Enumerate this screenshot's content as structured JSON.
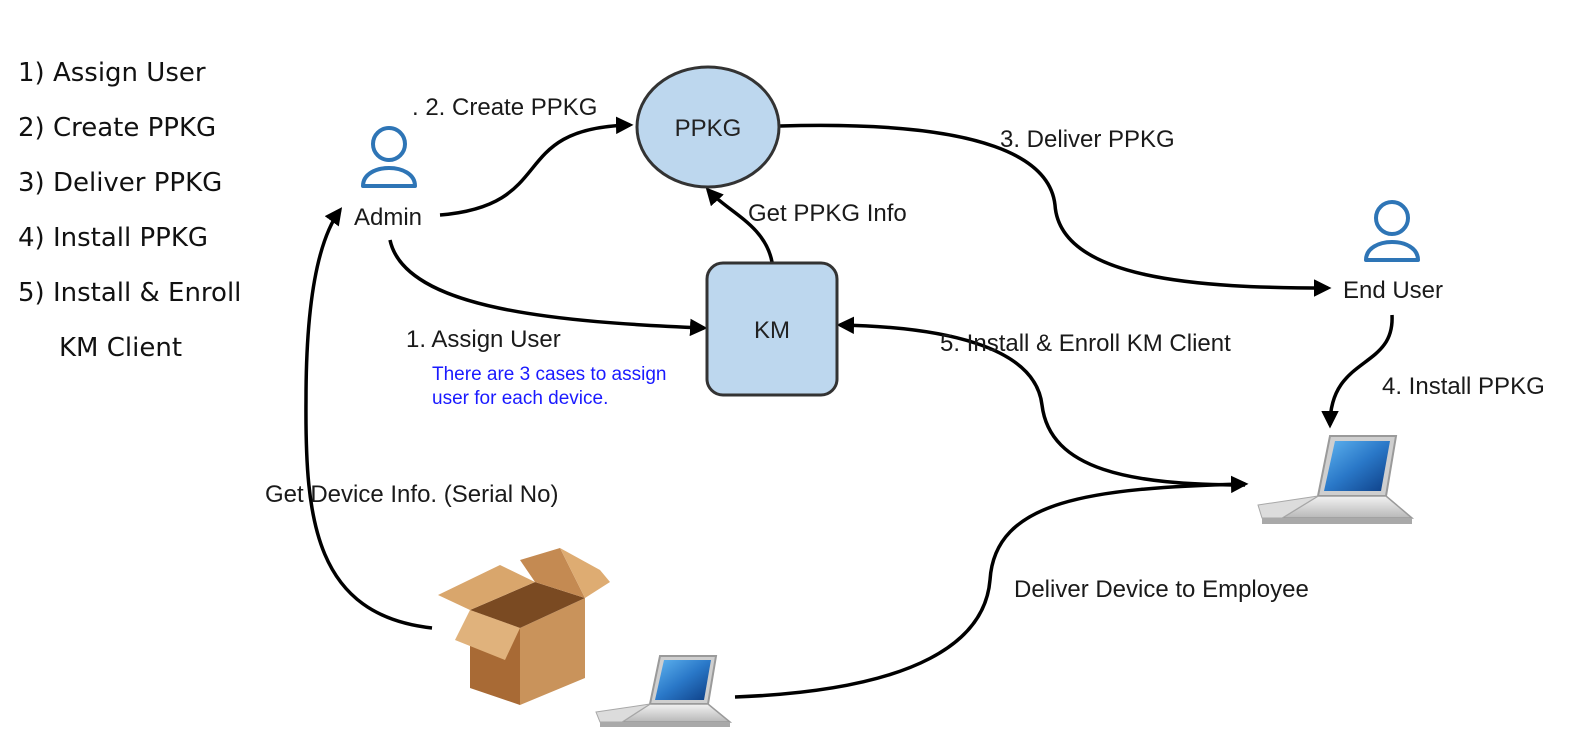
{
  "steps": [
    "1) Assign User",
    "2) Create PPKG",
    "3) Deliver PPKG",
    "4) Install PPKG",
    "5) Install & Enroll",
    "KM Client"
  ],
  "nodes": {
    "ppkg": "PPKG",
    "km": "KM",
    "admin": "Admin",
    "end_user": "End User"
  },
  "edges": {
    "create_ppkg": ". 2. Create PPKG",
    "deliver_ppkg": "3. Deliver PPKG",
    "get_ppkg_info": "Get PPKG Info",
    "assign_user": "1. Assign User",
    "install_enroll": "5. Install & Enroll KM Client",
    "install_ppkg": "4. Install PPKG",
    "get_device_info": "Get Device Info. (Serial No)",
    "deliver_device": "Deliver Device to Employee"
  },
  "note": {
    "line1": "There are 3 cases to assign",
    "line2": "user for each device."
  },
  "colors": {
    "node_fill": "#bdd7ee",
    "node_stroke": "#333333",
    "user_icon": "#2e75b6",
    "note_text": "#1a1aff",
    "box_brown": "#c8925a"
  },
  "icons": [
    "user-icon",
    "laptop-icon",
    "cardboard-box-icon"
  ]
}
